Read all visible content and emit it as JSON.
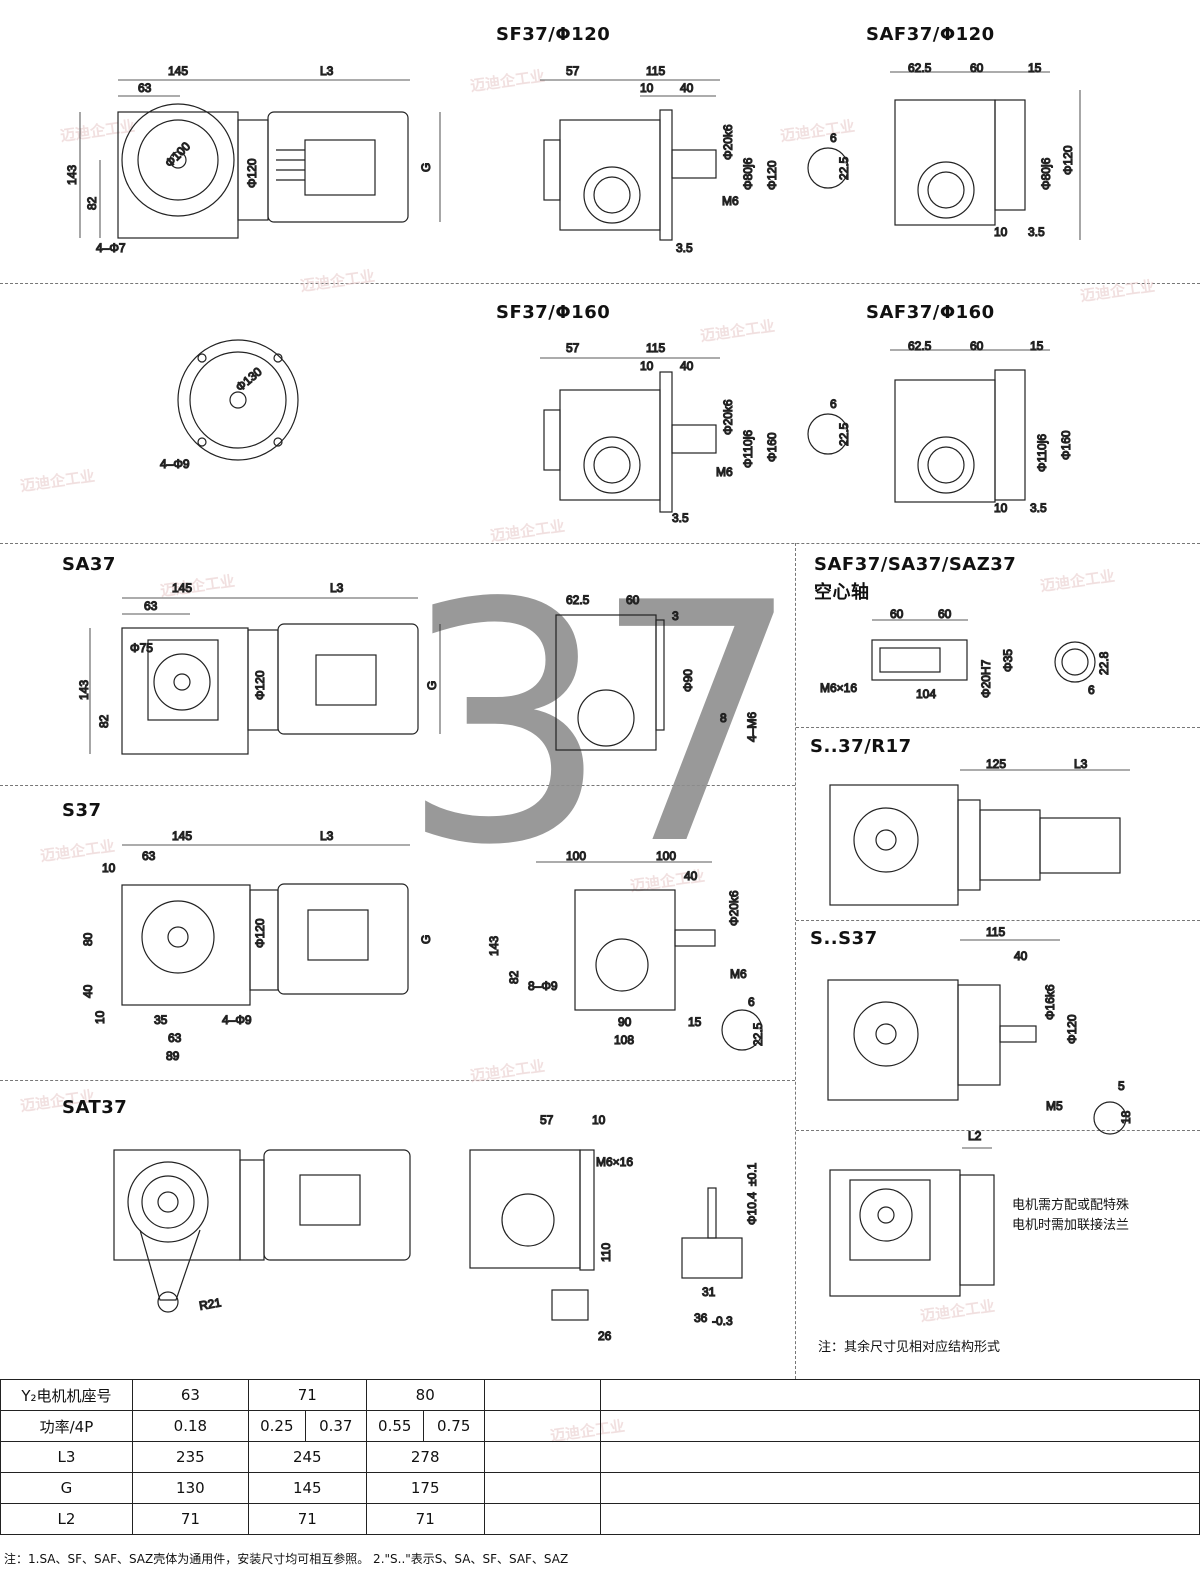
{
  "titles": {
    "sf37_120": "SF37/Φ120",
    "saf37_120": "SAF37/Φ120",
    "sf37_160": "SF37/Φ160",
    "saf37_160": "SAF37/Φ160",
    "sa37": "SA37",
    "hollow_line1": "SAF37/SA37/SAZ37",
    "hollow_line2": "空心轴",
    "s37_r17": "S..37/R17",
    "s_s37": "S..S37",
    "s37": "S37",
    "sat37": "SAT37"
  },
  "big_number": "37",
  "watermark": "迈迪企工业",
  "dims": {
    "d145": "145",
    "dL3": "L3",
    "d63": "63",
    "d143": "143",
    "d82": "82",
    "dphi100": "Φ100",
    "dphi120": "Φ120",
    "dG": "G",
    "d4phi7": "4–Φ7",
    "d57": "57",
    "d115": "115",
    "d10": "10",
    "d40": "40",
    "dphi20k6": "Φ20k6",
    "dphi80j6": "Φ80j6",
    "dM6": "M6",
    "d3_5": "3.5",
    "d6": "6",
    "d22_5": "22.5",
    "d62_5": "62.5",
    "d60": "60",
    "d15": "15",
    "dphi130": "Φ130",
    "d4phi9": "4–Φ9",
    "dphi110j6": "Φ110j6",
    "dphi160": "Φ160",
    "dphi75": "Φ75",
    "dphi90": "Φ90",
    "d3": "3",
    "d8": "8",
    "d4M6": "4–M6",
    "dM6x16": "M6×16",
    "d104": "104",
    "dphi20H7": "Φ20H7",
    "dphi35": "Φ35",
    "d22_8": "22.8",
    "d125": "125",
    "dphi16k6": "Φ16k6",
    "dM5": "M5",
    "d5": "5",
    "d18": "18",
    "dL2": "L2",
    "d100": "100",
    "d80": "80",
    "d35": "35",
    "d89": "89",
    "d8phi9": "8–Φ9",
    "d90": "90",
    "d108": "108",
    "dR21": "R21",
    "d110": "110",
    "d31": "31",
    "d36": "36",
    "d36tol": "-0.3",
    "d26": "26",
    "dphi10_4": "Φ10.4",
    "dphi10_4tol": "±0.1"
  },
  "motor_flange_note": [
    "电机需方配或配特殊",
    "电机时需加联接法兰"
  ],
  "remaining_note": "注：其余尺寸见相对应结构形式",
  "table": {
    "rows": [
      {
        "label": "Y₂电机机座号",
        "cells": [
          "63",
          "71",
          "80"
        ]
      },
      {
        "label": "功率/4P",
        "cells": [
          "0.18",
          "0.25",
          "0.37",
          "0.55",
          "0.75"
        ]
      },
      {
        "label": "L3",
        "cells": [
          "235",
          "245",
          "278"
        ]
      },
      {
        "label": "G",
        "cells": [
          "130",
          "145",
          "175"
        ]
      },
      {
        "label": "L2",
        "cells": [
          "71",
          "71",
          "71"
        ]
      }
    ]
  },
  "footnote": "注：1.SA、SF、SAF、SAZ壳体为通用件，安装尺寸均可相互参照。 2.\"S..\"表示S、SA、SF、SAF、SAZ"
}
